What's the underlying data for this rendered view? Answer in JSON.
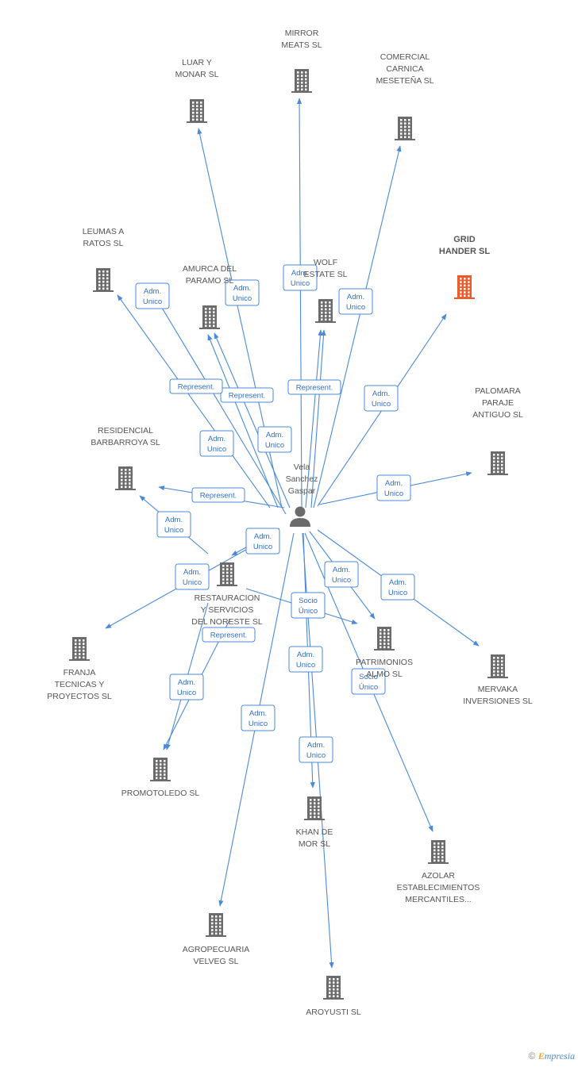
{
  "center": {
    "name_lines": [
      "Vela",
      "Sanchez",
      "Gaspar"
    ],
    "icon": "person-icon"
  },
  "nodes": [
    {
      "id": "mirror",
      "lines": [
        "MIRROR",
        "MEATS SL"
      ],
      "icon": "building-icon"
    },
    {
      "id": "luar",
      "lines": [
        "LUAR Y",
        "MONAR  SL"
      ],
      "icon": "building-icon"
    },
    {
      "id": "comercial",
      "lines": [
        "COMERCIAL",
        "CARNICA",
        "MESETEÑA SL"
      ],
      "icon": "building-icon"
    },
    {
      "id": "grid",
      "lines": [
        "GRID",
        "HANDER SL"
      ],
      "icon": "building-icon",
      "highlight": true
    },
    {
      "id": "leumas",
      "lines": [
        "LEUMAS A",
        "RATOS  SL"
      ],
      "icon": "building-icon"
    },
    {
      "id": "amurca",
      "lines": [
        "AMURCA DEL",
        "PARAMO SL"
      ],
      "icon": "building-icon"
    },
    {
      "id": "wolf",
      "lines": [
        "WOLF",
        "ESTATE SL"
      ],
      "icon": "building-icon"
    },
    {
      "id": "palomara",
      "lines": [
        "PALOMARA",
        "PARAJE",
        "ANTIGUO  SL"
      ],
      "icon": "building-icon"
    },
    {
      "id": "residencial",
      "lines": [
        "RESIDENCIAL",
        "BARBARROYA SL"
      ],
      "icon": "building-icon"
    },
    {
      "id": "restauracion",
      "lines": [
        "RESTAURACION",
        "Y SERVICIOS",
        "DEL NORESTE SL"
      ],
      "icon": "building-icon"
    },
    {
      "id": "franja",
      "lines": [
        "FRANJA",
        "TECNICAS Y",
        "PROYECTOS SL"
      ],
      "icon": "building-icon"
    },
    {
      "id": "patrimonios",
      "lines": [
        "PATRIMONIOS",
        "ALMO SL"
      ],
      "icon": "building-icon"
    },
    {
      "id": "mervaka",
      "lines": [
        "MERVAKA",
        "INVERSIONES SL"
      ],
      "icon": "building-icon"
    },
    {
      "id": "promotoledo",
      "lines": [
        "PROMOTOLEDO SL"
      ],
      "icon": "building-icon"
    },
    {
      "id": "khan",
      "lines": [
        "KHAN DE",
        "MOR SL"
      ],
      "icon": "building-icon"
    },
    {
      "id": "azolar",
      "lines": [
        "AZOLAR",
        "ESTABLECIMIENTOS",
        "MERCANTILES..."
      ],
      "icon": "building-icon"
    },
    {
      "id": "agropecuaria",
      "lines": [
        "AGROPECUARIA",
        "VELVEG SL"
      ],
      "icon": "building-icon"
    },
    {
      "id": "aroyusti",
      "lines": [
        "AROYUSTI SL"
      ],
      "icon": "building-icon"
    }
  ],
  "edges": [
    {
      "to": "mirror",
      "label": [
        "Adm.",
        "Unico"
      ]
    },
    {
      "to": "luar",
      "label": [
        "Adm.",
        "Unico"
      ]
    },
    {
      "to": "comercial",
      "label": [
        "Adm.",
        "Unico"
      ]
    },
    {
      "to": "grid",
      "label": [
        "Adm.",
        "Unico"
      ]
    },
    {
      "to": "leumas",
      "label": [
        "Adm.",
        "Unico"
      ]
    },
    {
      "to": "amurca",
      "label": [
        "Represent."
      ]
    },
    {
      "to": "amurca",
      "label": [
        "Adm.",
        "Unico"
      ]
    },
    {
      "to": "wolf",
      "label": [
        "Represent."
      ]
    },
    {
      "to": "wolf",
      "label": [
        "Adm.",
        "Unico"
      ]
    },
    {
      "to": "leumas",
      "label": [
        "Represent."
      ]
    },
    {
      "to": "palomara",
      "label": [
        "Adm.",
        "Unico"
      ]
    },
    {
      "to": "residencial",
      "label": [
        "Represent."
      ]
    },
    {
      "to": "residencial",
      "label": [
        "Adm.",
        "Unico"
      ]
    },
    {
      "to": "restauracion",
      "label": [
        "Adm.",
        "Unico"
      ]
    },
    {
      "to": "franja",
      "label": [
        "Adm.",
        "Unico"
      ]
    },
    {
      "to": "patrimonios",
      "label": [
        "Adm.",
        "Unico"
      ]
    },
    {
      "to": "patrimonios",
      "label": [
        "Socio",
        "Único"
      ]
    },
    {
      "to": "mervaka",
      "label": [
        "Adm.",
        "Unico"
      ]
    },
    {
      "to": "promotoledo",
      "label": [
        "Represent."
      ]
    },
    {
      "to": "promotoledo",
      "label": [
        "Adm.",
        "Unico"
      ]
    },
    {
      "to": "khan",
      "label": [
        "Adm.",
        "Unico"
      ]
    },
    {
      "to": "azolar",
      "label": [
        "Socio",
        "Único"
      ]
    },
    {
      "to": "agropecuaria",
      "label": [
        "Adm.",
        "Unico"
      ]
    },
    {
      "to": "aroyusti",
      "label": [
        "Adm.",
        "Unico"
      ]
    }
  ],
  "colors": {
    "edge": "#4a8ad8",
    "node_icon": "#6b6b6b",
    "highlight_icon": "#ef5a2a",
    "label_text": "#555555"
  },
  "footer": {
    "copyright": "©",
    "brand_first": "E",
    "brand_rest": "mpresia"
  }
}
